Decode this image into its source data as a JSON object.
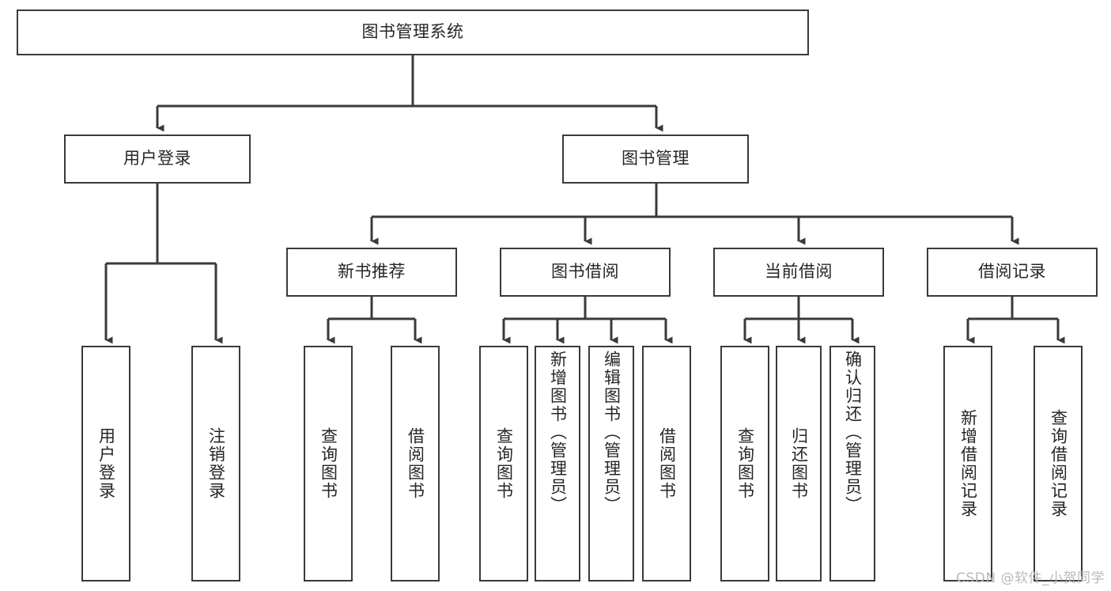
{
  "diagram": {
    "title": "图书管理系统",
    "type": "tree",
    "watermark": "CSDN @软件_小贺同学",
    "colors": {
      "box_border": "#3a3a3a",
      "box_fill": "#ffffff",
      "connector": "#3a3a3a",
      "text": "#262626",
      "watermark": "#b9b9b9",
      "background": "#ffffff"
    },
    "root": {
      "label": "图书管理系统"
    },
    "level1": [
      {
        "label": "用户登录"
      },
      {
        "label": "图书管理"
      }
    ],
    "level2": [
      {
        "label": "新书推荐"
      },
      {
        "label": "图书借阅"
      },
      {
        "label": "当前借阅"
      },
      {
        "label": "借阅记录"
      }
    ],
    "leaves": {
      "user_login": [
        {
          "label": "用户登录"
        },
        {
          "label": "注销登录"
        }
      ],
      "new_book_recommend": [
        {
          "label": "查询图书"
        },
        {
          "label": "借阅图书"
        }
      ],
      "book_borrow": [
        {
          "label": "查询图书"
        },
        {
          "label": "新增图书（管理员）"
        },
        {
          "label": "编辑图书（管理员）"
        },
        {
          "label": "借阅图书"
        }
      ],
      "current_borrow": [
        {
          "label": "查询图书"
        },
        {
          "label": "归还图书"
        },
        {
          "label": "确认归还（管理员）"
        }
      ],
      "borrow_record": [
        {
          "label": "新增借阅记录"
        },
        {
          "label": "查询借阅记录"
        }
      ]
    }
  }
}
